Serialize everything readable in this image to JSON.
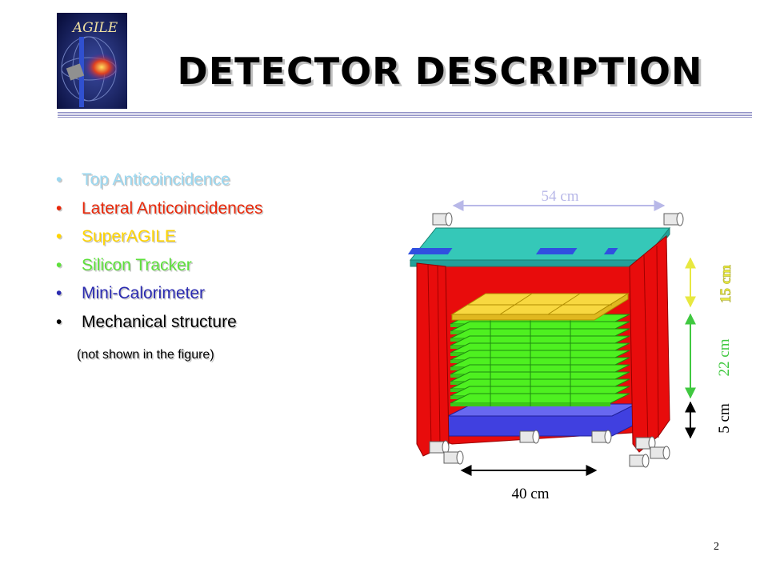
{
  "logo": {
    "text": "AGILE"
  },
  "slide": {
    "title": "DETECTOR DESCRIPTION",
    "page_number": "2"
  },
  "bullets": [
    {
      "text": "Top Anticoincidence",
      "color": "#9cd8f0"
    },
    {
      "text": "Lateral Anticoincidences",
      "color": "#e8280a"
    },
    {
      "text": "SuperAGILE",
      "color": "#ffd400"
    },
    {
      "text": "Silicon Tracker",
      "color": "#5ee03c"
    },
    {
      "text": "Mini-Calorimeter",
      "color": "#2b2bb0"
    },
    {
      "text": "Mechanical structure",
      "color": "#000000"
    }
  ],
  "bullet_note": "(not shown in the figure)",
  "figure": {
    "labels": {
      "width_top": "54 cm",
      "width_bottom": "40 cm",
      "height_top": "15 cm",
      "height_middle": "22 cm",
      "height_bottom": "5 cm"
    },
    "colors": {
      "top_anticoincidence": "#35c8b8",
      "lateral": "#e80c0c",
      "superagile": "#f8d840",
      "tracker": "#4ef020",
      "calorimeter": "#4040e0",
      "label_top": "#b8b8e8",
      "label_15": "#e8e840",
      "label_22": "#40c840",
      "label_5": "#000000"
    }
  }
}
